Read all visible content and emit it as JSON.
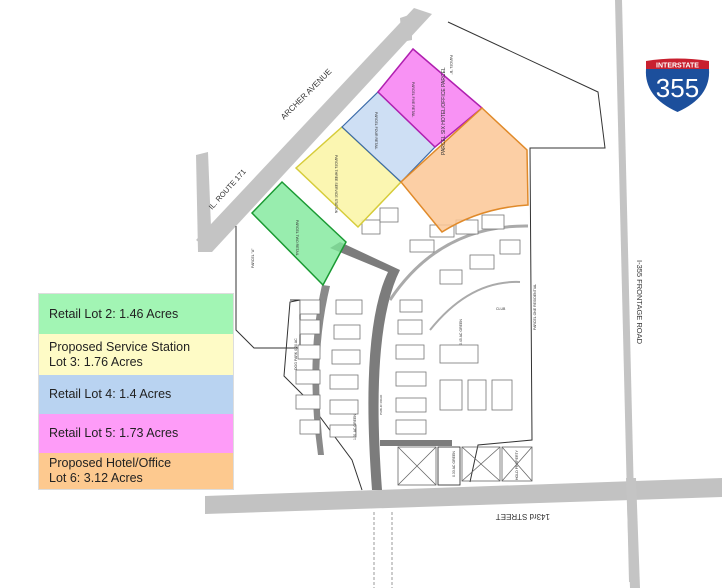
{
  "map": {
    "roads": {
      "archer": "ARCHER AVENUE",
      "route171": "IL. ROUTE 171",
      "street143": "143rd STREET",
      "frontage": "I-355 FRONTAGE ROAD"
    },
    "parcels": {
      "two": "PARCEL TWO RETAIL",
      "three": "PARCEL THREE SERVICE STATION",
      "four": "PARCEL FOUR RETAIL",
      "five": "PARCEL FIVE RETAIL",
      "six": "PARCEL SIX HOTEL/OFFICE PARCEL",
      "a": "PARCEL \"A\"",
      "b": "PARCEL \"B\"",
      "one": "PARCEL ONE RESIDENTIAL"
    },
    "areas": {
      "dog_park": "DOG PARK 0.20 AC",
      "green1": "1.31 AC GREEN",
      "green2": "0.45 AC GREEN",
      "green3": "0.33 AC GREEN",
      "club": "CLUB",
      "hold": "HOLD PROPERTY",
      "public_road": "PUBLIC ROAD"
    },
    "parcel_colors": {
      "lot2": "#7ee89a",
      "lot3": "#fbf5a8",
      "lot4": "#c9dcf3",
      "lot5": "#f77ff2",
      "lot6": "#fbc795"
    }
  },
  "legend": [
    {
      "lines": [
        "Retail Lot 2: 1.46 Acres"
      ],
      "color": "#a2f5b4"
    },
    {
      "lines": [
        "Proposed Service Station",
        "Lot 3: 1.76 Acres"
      ],
      "color": "#fefbc6"
    },
    {
      "lines": [
        "Retail Lot 4: 1.4 Acres"
      ],
      "color": "#b9d3f1"
    },
    {
      "lines": [
        "Retail Lot 5: 1.73 Acres"
      ],
      "color": "#fe9cf8"
    },
    {
      "lines": [
        "Proposed Hotel/Office",
        "Lot 6: 3.12 Acres"
      ],
      "color": "#fdc98f"
    }
  ],
  "shield": {
    "top": "INTERSTATE",
    "number": "355",
    "icon": "interstate-shield-icon"
  }
}
